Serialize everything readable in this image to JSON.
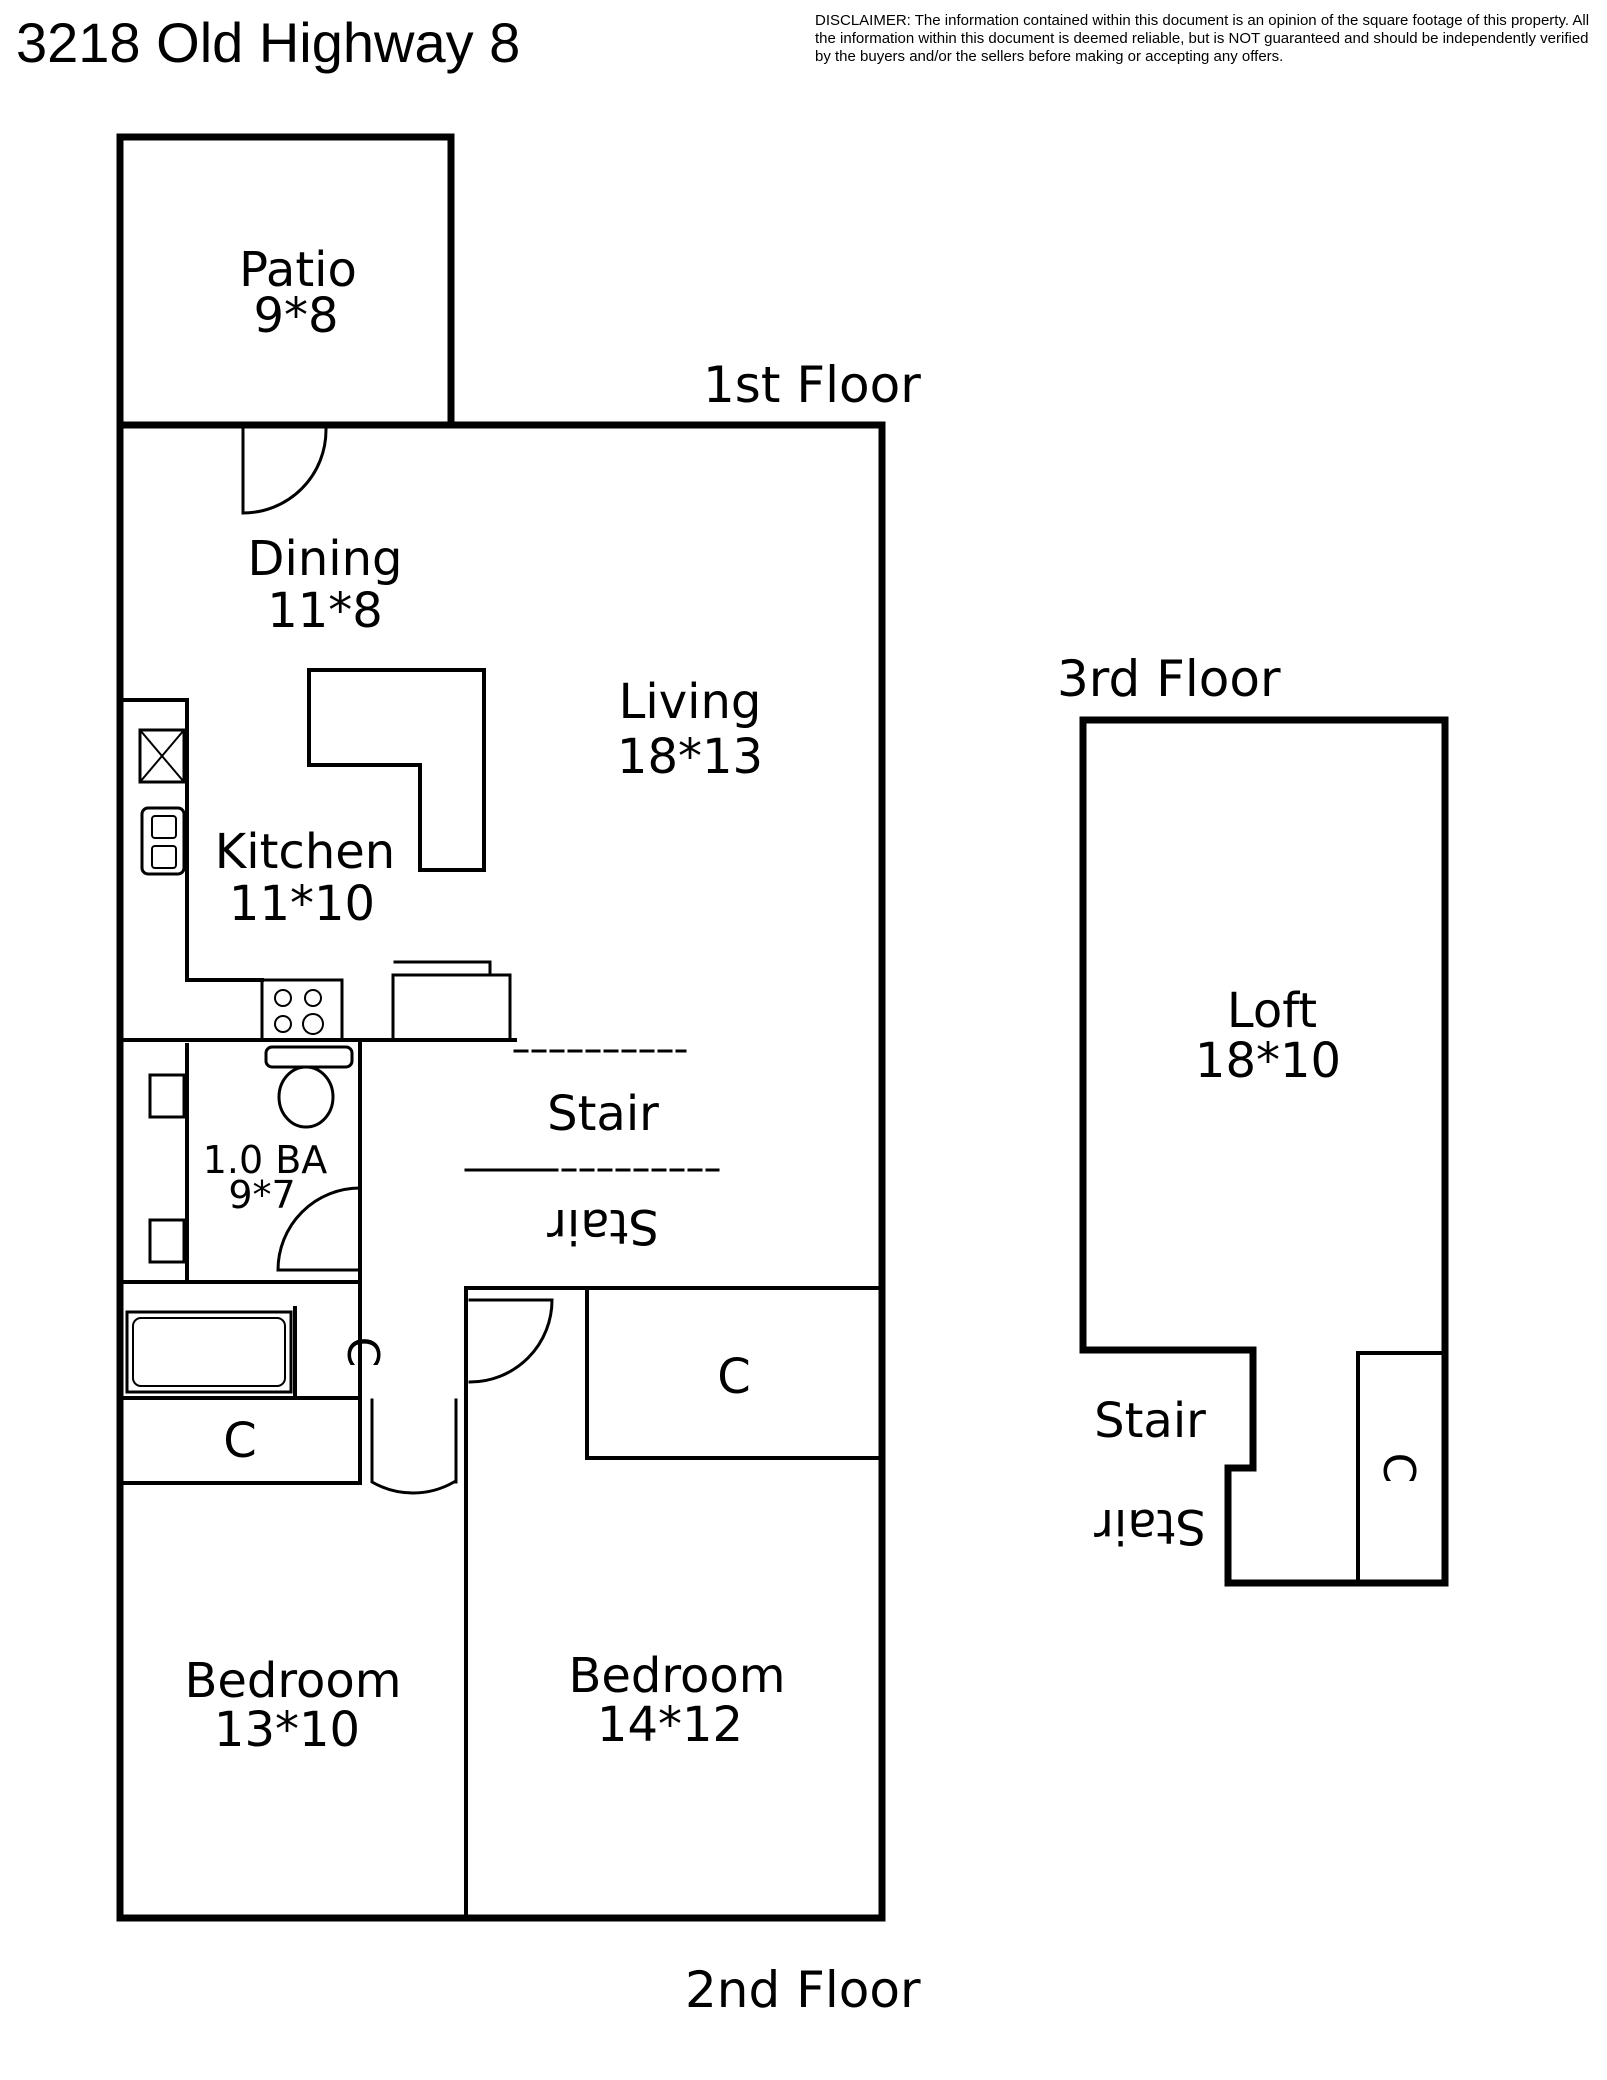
{
  "title": "3218 Old Highway 8",
  "disclaimer": "DISCLAIMER: The information contained within this document is an opinion of the square footage of this property. All the information within this document is deemed reliable, but is NOT guaranteed and should be independently verified by the buyers and/or the sellers before making or accepting any offers.",
  "floor_labels": {
    "first": "1st Floor",
    "second": "2nd Floor",
    "third": "3rd Floor"
  },
  "rooms": {
    "patio": {
      "name": "Patio",
      "dims": "9*8"
    },
    "dining": {
      "name": "Dining",
      "dims": "11*8"
    },
    "living": {
      "name": "Living",
      "dims": "18*13"
    },
    "kitchen": {
      "name": "Kitchen",
      "dims": "11*10"
    },
    "bath": {
      "name": "1.0 BA",
      "dims": "9*7"
    },
    "bedroom1": {
      "name": "Bedroom",
      "dims": "13*10"
    },
    "bedroom2": {
      "name": "Bedroom",
      "dims": "14*12"
    },
    "loft": {
      "name": "Loft",
      "dims": "18*10"
    }
  },
  "stair_label": "Stair",
  "closet_label": "C",
  "colors": {
    "line": "#000000",
    "background": "#ffffff"
  }
}
